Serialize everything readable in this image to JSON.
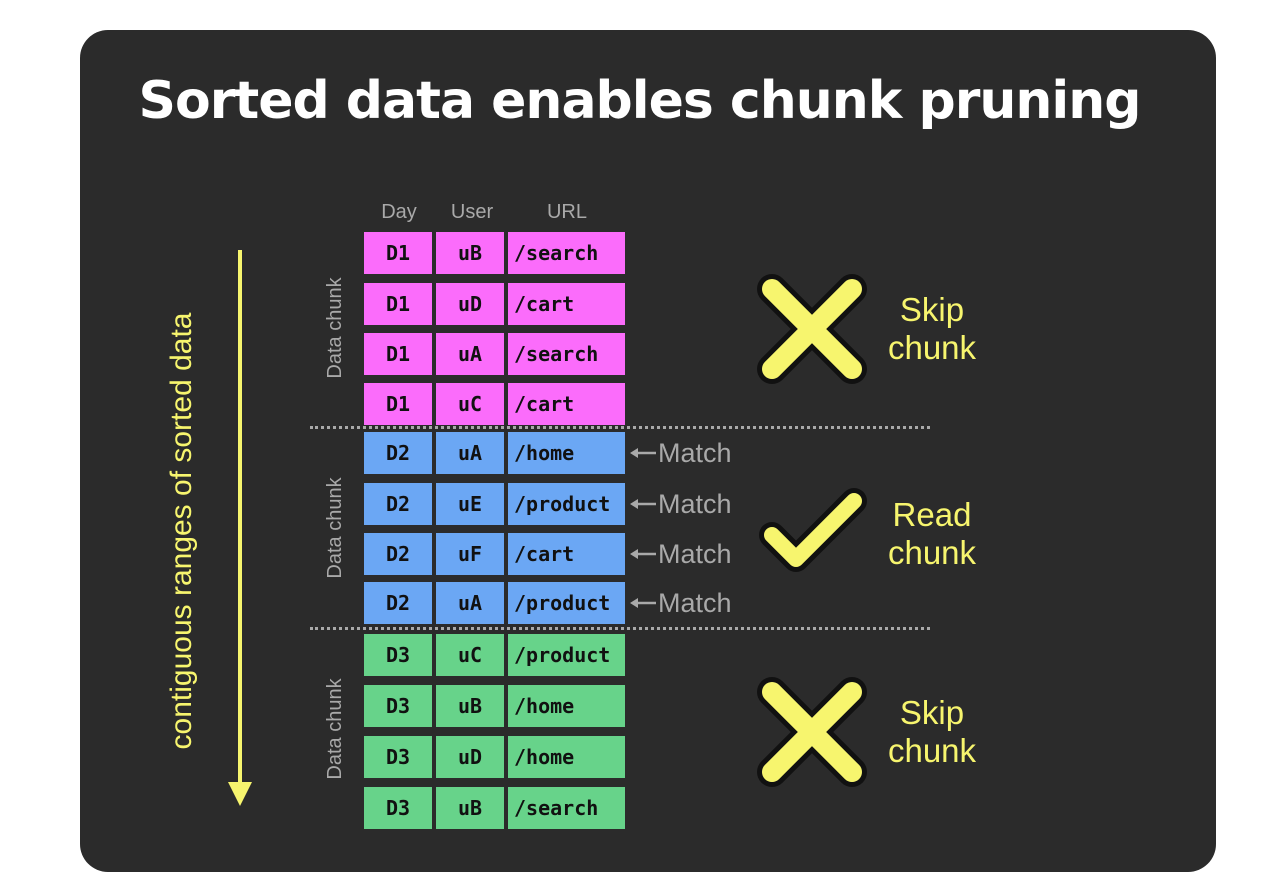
{
  "title": "Sorted data enables chunk pruning",
  "side_label": "contiguous ranges of sorted data",
  "columns": [
    "Day",
    "User",
    "URL"
  ],
  "colors": {
    "background": "#2b2b2b",
    "chunk1": "#fb6cfb",
    "chunk2": "#6ba7f4",
    "chunk3": "#67d38a",
    "accent": "#f7f56e",
    "muted": "#a9a9a9"
  },
  "chunks": [
    {
      "label": "Data chunk",
      "action": [
        "Skip",
        "chunk"
      ],
      "action_icon": "x-icon",
      "rows": [
        {
          "day": "D1",
          "user": "uB",
          "url": "/search",
          "match": ""
        },
        {
          "day": "D1",
          "user": "uD",
          "url": "/cart",
          "match": ""
        },
        {
          "day": "D1",
          "user": "uA",
          "url": "/search",
          "match": ""
        },
        {
          "day": "D1",
          "user": "uC",
          "url": "/cart",
          "match": ""
        }
      ]
    },
    {
      "label": "Data chunk",
      "action": [
        "Read",
        "chunk"
      ],
      "action_icon": "check-icon",
      "rows": [
        {
          "day": "D2",
          "user": "uA",
          "url": "/home",
          "match": "Match"
        },
        {
          "day": "D2",
          "user": "uE",
          "url": "/product",
          "match": "Match"
        },
        {
          "day": "D2",
          "user": "uF",
          "url": "/cart",
          "match": "Match"
        },
        {
          "day": "D2",
          "user": "uA",
          "url": "/product",
          "match": "Match"
        }
      ]
    },
    {
      "label": "Data chunk",
      "action": [
        "Skip",
        "chunk"
      ],
      "action_icon": "x-icon",
      "rows": [
        {
          "day": "D3",
          "user": "uC",
          "url": "/product",
          "match": ""
        },
        {
          "day": "D3",
          "user": "uB",
          "url": "/home",
          "match": ""
        },
        {
          "day": "D3",
          "user": "uD",
          "url": "/home",
          "match": ""
        },
        {
          "day": "D3",
          "user": "uB",
          "url": "/search",
          "match": ""
        }
      ]
    }
  ]
}
